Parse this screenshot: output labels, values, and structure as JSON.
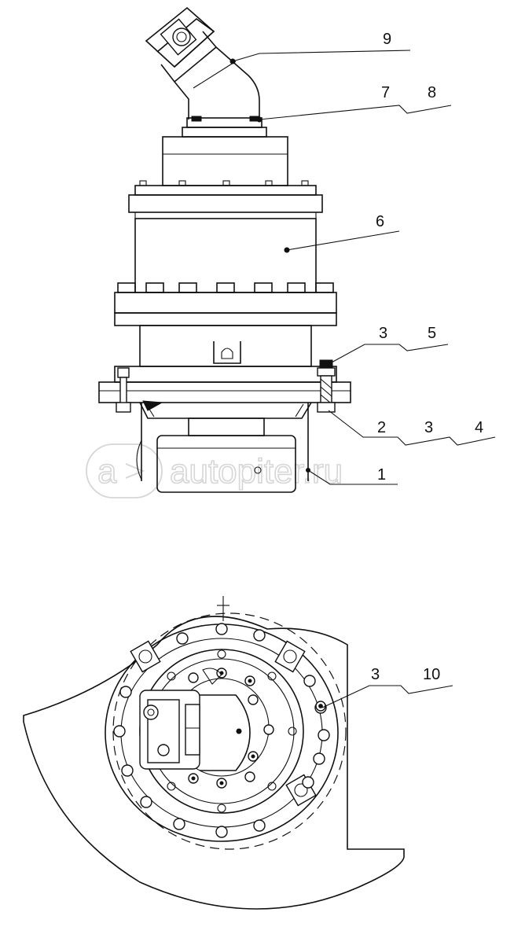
{
  "callouts": {
    "c1": "1",
    "c2": "2",
    "c3a": "3",
    "c3b": "3",
    "c3c": "3",
    "c4": "4",
    "c5": "5",
    "c6": "6",
    "c7": "7",
    "c8": "8",
    "c9": "9",
    "c10": "10"
  },
  "watermark": {
    "brand": "autopiter.ru",
    "logo_glyph": "a"
  }
}
